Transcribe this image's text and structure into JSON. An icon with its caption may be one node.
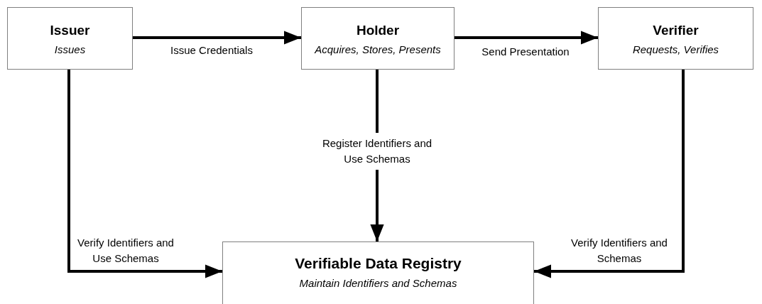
{
  "diagram": {
    "nodes": [
      {
        "text": [
          "Issuer",
          "Issues"
        ]
      },
      {
        "text": [
          "Holder",
          "Acquires, Stores, Presents"
        ]
      },
      {
        "text": [
          "Verifier",
          "Requests, Verifies"
        ]
      },
      {
        "text": [
          "Verifiable Data Registry",
          "Maintain Identifiers and Schemas"
        ]
      }
    ],
    "edges": [
      {
        "from": 0,
        "to": 1,
        "arrow": "to",
        "label": "Issue Credentials"
      },
      {
        "from": 1,
        "to": 2,
        "arrow": "to",
        "label": "Send Presentation"
      },
      {
        "from": 1,
        "to": 3,
        "arrow": "to",
        "label": "Register Identifiers and Use Schemas"
      },
      {
        "from": 0,
        "to": 3,
        "arrow": "to",
        "label": "Verify Identifiers and Use Schemas"
      },
      {
        "from": 2,
        "to": 3,
        "arrow": "to",
        "label": "Verify Identifiers and Schemas"
      }
    ]
  }
}
